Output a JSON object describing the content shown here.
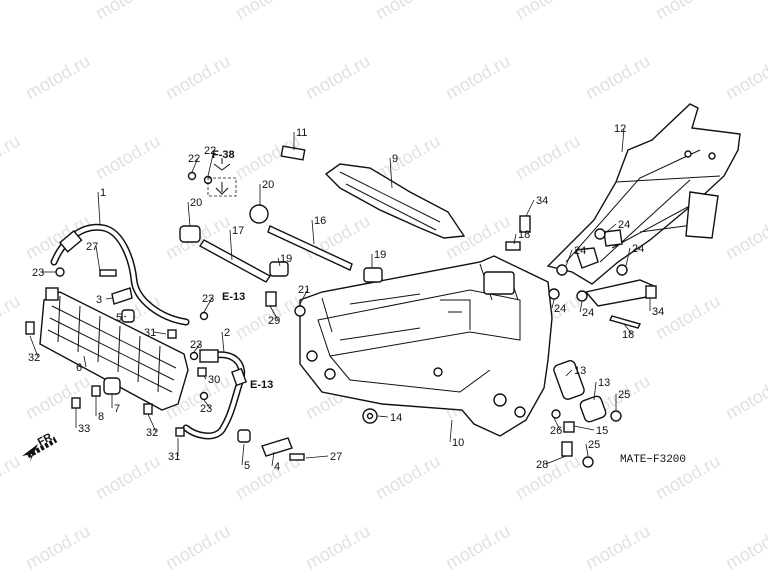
{
  "watermark": "motod.ru",
  "diagram_code": "MATE−F3200",
  "front_label": "FR.",
  "ref_labels": {
    "f38": "F-38",
    "e13": "E-13"
  },
  "callouts": [
    "1",
    "2",
    "3",
    "4",
    "5",
    "6",
    "7",
    "8",
    "9",
    "10",
    "11",
    "12",
    "13",
    "14",
    "15",
    "16",
    "17",
    "18",
    "19",
    "20",
    "21",
    "22",
    "23",
    "24",
    "25",
    "26",
    "27",
    "28",
    "29",
    "30",
    "31",
    "32",
    "33",
    "34"
  ],
  "colors": {
    "line": "#111111",
    "watermark": "#c9c9c9",
    "background": "#ffffff"
  }
}
